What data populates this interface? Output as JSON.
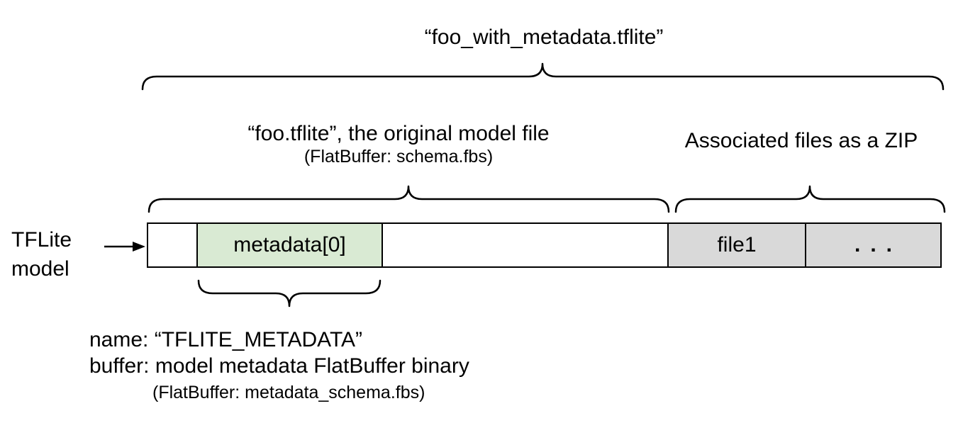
{
  "title": "“foo_with_metadata.tflite”",
  "sections": {
    "model_file": {
      "label": "“foo.tflite”, the original model file",
      "sublabel": "(FlatBuffer: schema.fbs)"
    },
    "associated_files": {
      "label": "Associated files as a ZIP"
    }
  },
  "bar": {
    "pointer_label": "TFLite\nmodel",
    "segments": [
      {
        "name": "header",
        "label": "",
        "color": "#ffffff"
      },
      {
        "name": "metadata",
        "label": "metadata[0]",
        "color": "#d9ead3"
      },
      {
        "name": "model-body",
        "label": "",
        "color": "#ffffff"
      },
      {
        "name": "file1",
        "label": "file1",
        "color": "#d9d9d9"
      },
      {
        "name": "more-files",
        "label": "...",
        "color": "#d9d9d9"
      }
    ]
  },
  "metadata_note": {
    "line1": "name: “TFLITE_METADATA”",
    "line2": "buffer: model metadata FlatBuffer binary",
    "line3": "(FlatBuffer: metadata_schema.fbs)"
  },
  "colors": {
    "metadata_fill": "#d9ead3",
    "associated_fill": "#d9d9d9",
    "line": "#000000"
  }
}
